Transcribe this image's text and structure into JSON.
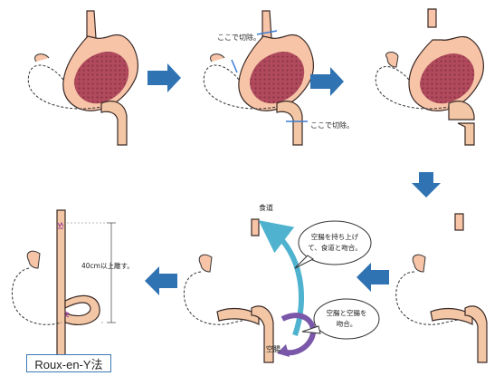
{
  "labels": {
    "cut_here_top": "ここで切除。",
    "cut_here_bottom": "ここで切除。",
    "esophagus": "食道",
    "jejunum": "空腸",
    "distance": "40cm以上離す。"
  },
  "bubbles": {
    "lift_jejunum": [
      "空腸を持ち上げ",
      "て、食道と吻合。"
    ],
    "anastomose_jejunum": [
      "空腸と空腸を",
      "吻合。"
    ]
  },
  "title": "Roux-en-Y法",
  "colors": {
    "stomach_fill": "#f7c4a8",
    "stomach_outline": "#3b2a26",
    "mucosa": "#b04a5c",
    "intestine_fill": "#f3c7a5",
    "arrow_blue": "#2f73b2",
    "cut_line": "#3a7bd5",
    "teal_arrow": "#4fb3cf",
    "purple_arrow": "#7a57a8",
    "suture": "#9a3a9a"
  },
  "icons": [
    "right-arrow-icon",
    "down-arrow-icon",
    "left-arrow-icon",
    "curved-arrow-icon"
  ]
}
